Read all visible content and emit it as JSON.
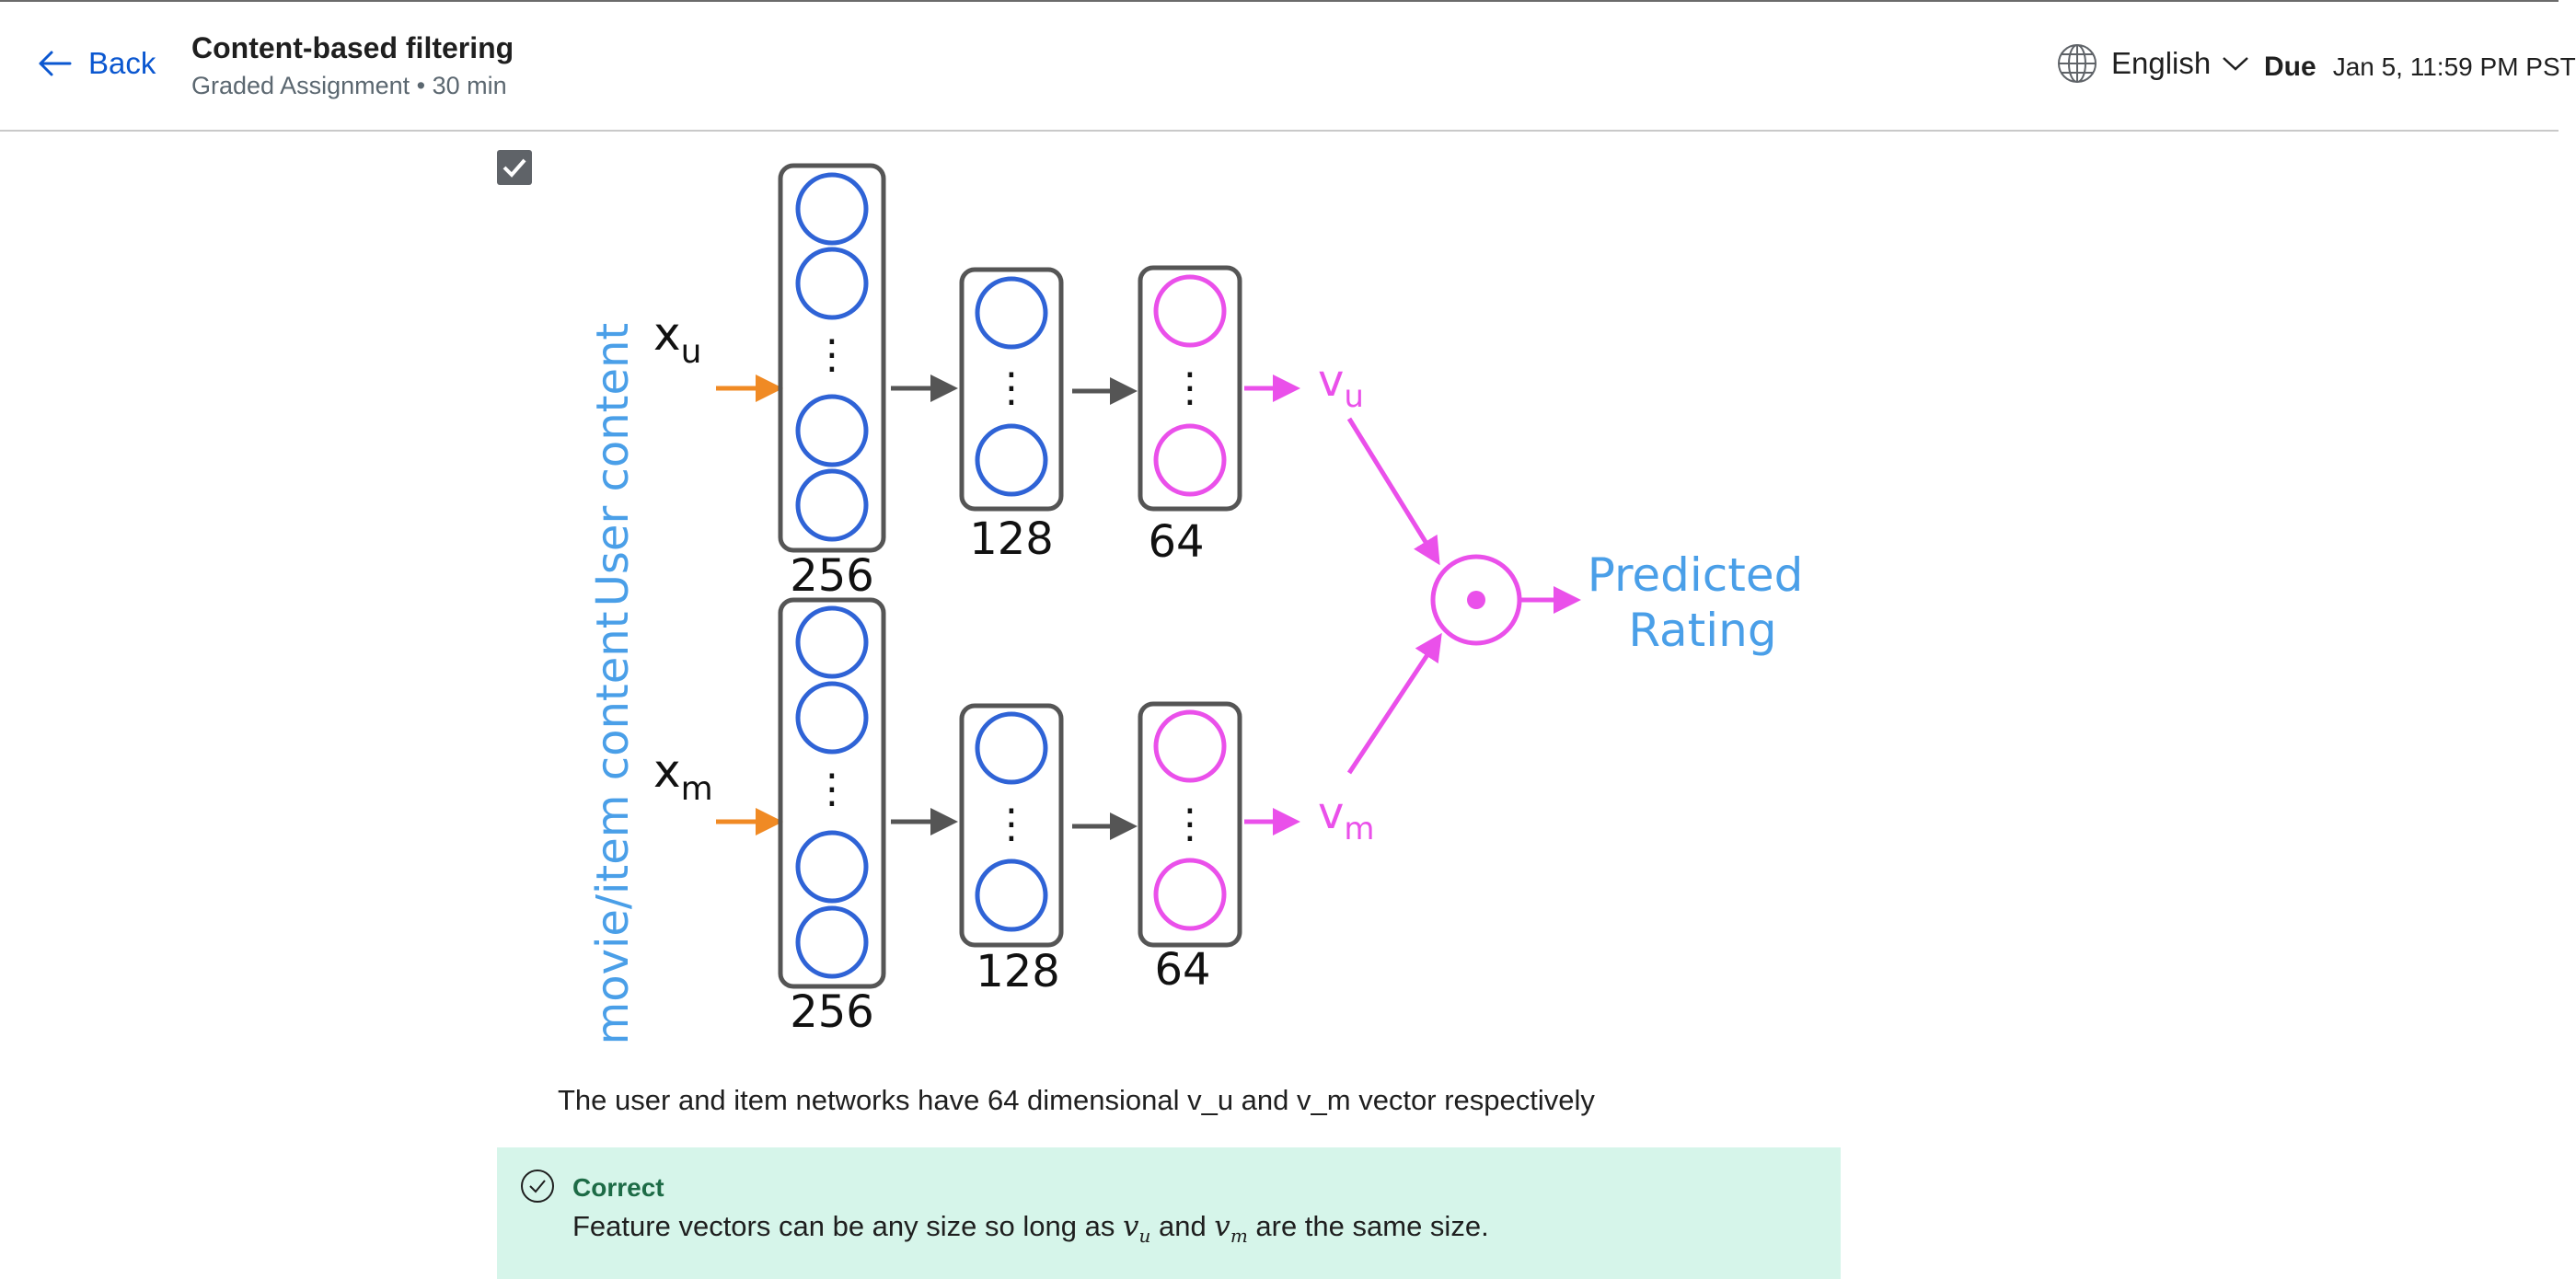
{
  "header": {
    "back_label": "Back",
    "title": "Content-based filtering",
    "subtitle": "Graded Assignment • 30 min",
    "language": "English",
    "due_label": "Due",
    "due_date": "Jan 5, 11:59 PM PST"
  },
  "diagram": {
    "user_content_label": "User content",
    "item_content_label": "movie/item content",
    "xu_base": "x",
    "xu_sub": "u",
    "xm_base": "x",
    "xm_sub": "m",
    "vu_base": "v",
    "vu_sub": "u",
    "vm_base": "v",
    "vm_sub": "m",
    "dots": "⋮",
    "user_layer_sizes": [
      "256",
      "128",
      "64"
    ],
    "item_layer_sizes": [
      "256",
      "128",
      "64"
    ],
    "predicted_line1": "Predicted",
    "predicted_line2": "Rating",
    "colors": {
      "label_blue": "#4a9fe8",
      "neuron_blue": "#2f63d6",
      "neuron_pink": "#ea50ea",
      "arrow_orange": "#f08a24",
      "arrow_gray": "#555555",
      "box_gray": "#555555"
    }
  },
  "question": {
    "checked": true,
    "option_text": "The user and item networks have 64 dimensional v_u and v_m vector respectively"
  },
  "feedback": {
    "status": "Correct",
    "text_before": "Feature vectors can be any size so long as ",
    "var1_base": "v",
    "var1_sub": "u",
    "text_mid": " and ",
    "var2_base": "v",
    "var2_sub": "m",
    "text_after": " are the same size."
  }
}
